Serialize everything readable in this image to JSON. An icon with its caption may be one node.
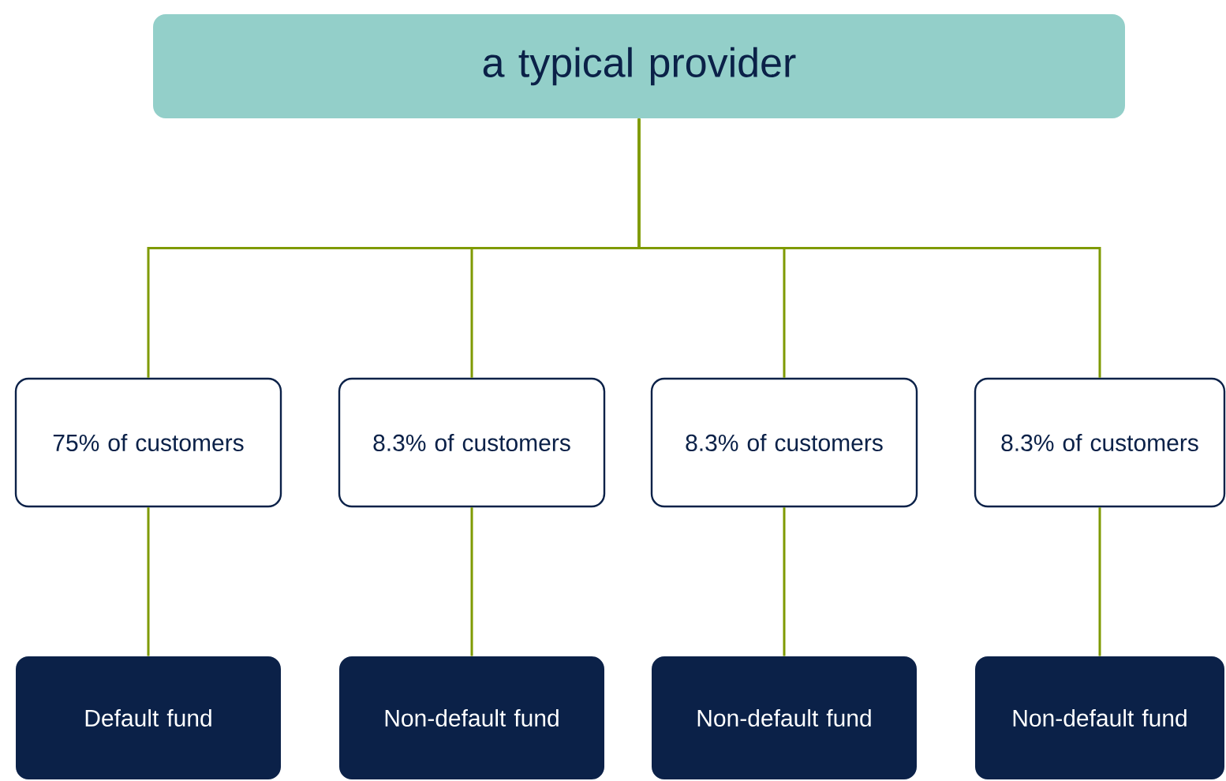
{
  "diagram": {
    "nodes": [
      {
        "text": [
          "a typical provider"
        ]
      },
      {
        "text": [
          "75% of customers"
        ]
      },
      {
        "text": [
          "8.3% of customers"
        ]
      },
      {
        "text": [
          "8.3% of customers"
        ]
      },
      {
        "text": [
          "8.3% of customers"
        ]
      },
      {
        "text": [
          "Default fund"
        ]
      },
      {
        "text": [
          "Non-default fund"
        ]
      },
      {
        "text": [
          "Non-default fund"
        ]
      },
      {
        "text": [
          "Non-default fund"
        ]
      }
    ],
    "edges": [
      {
        "from": 0,
        "to": 1,
        "arrow": "none"
      },
      {
        "from": 0,
        "to": 2,
        "arrow": "none"
      },
      {
        "from": 0,
        "to": 3,
        "arrow": "none"
      },
      {
        "from": 0,
        "to": 4,
        "arrow": "none"
      },
      {
        "from": 1,
        "to": 5,
        "arrow": "none"
      },
      {
        "from": 2,
        "to": 6,
        "arrow": "none"
      },
      {
        "from": 3,
        "to": 7,
        "arrow": "none"
      },
      {
        "from": 4,
        "to": 8,
        "arrow": "none"
      }
    ]
  }
}
